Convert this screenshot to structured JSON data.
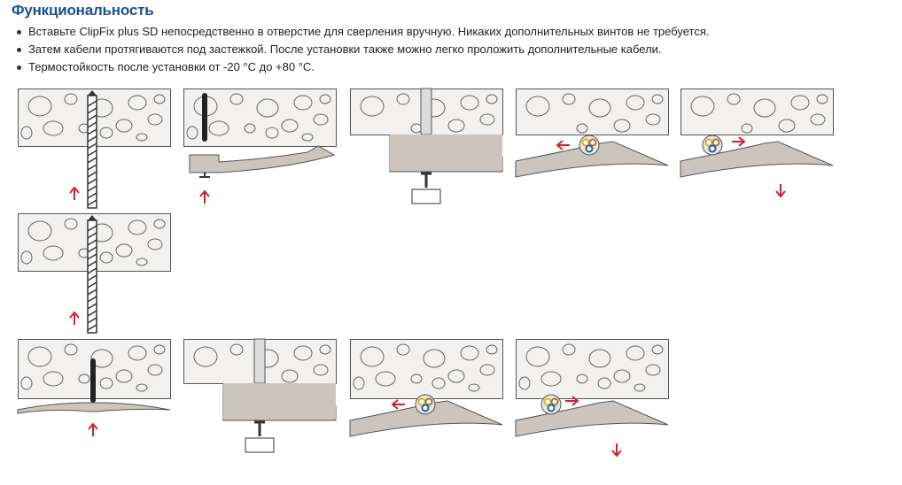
{
  "section": {
    "title": "Функциональность",
    "bullets": [
      "Вставьте ClipFix plus SD непосредственно в отверстие для сверления вручную. Никаких дополнительных винтов не требуется.",
      "Затем кабели протягиваются под застежкой. После установки также можно легко проложить дополнительные кабели.",
      "Термостойкость после установки от -20 °C до +80 °C."
    ]
  },
  "colors": {
    "title": "#1d4f91",
    "arrow": "#d3202f",
    "clip": "#cbc5bd",
    "concrete": "#f2f1ef",
    "outline": "#555555"
  }
}
